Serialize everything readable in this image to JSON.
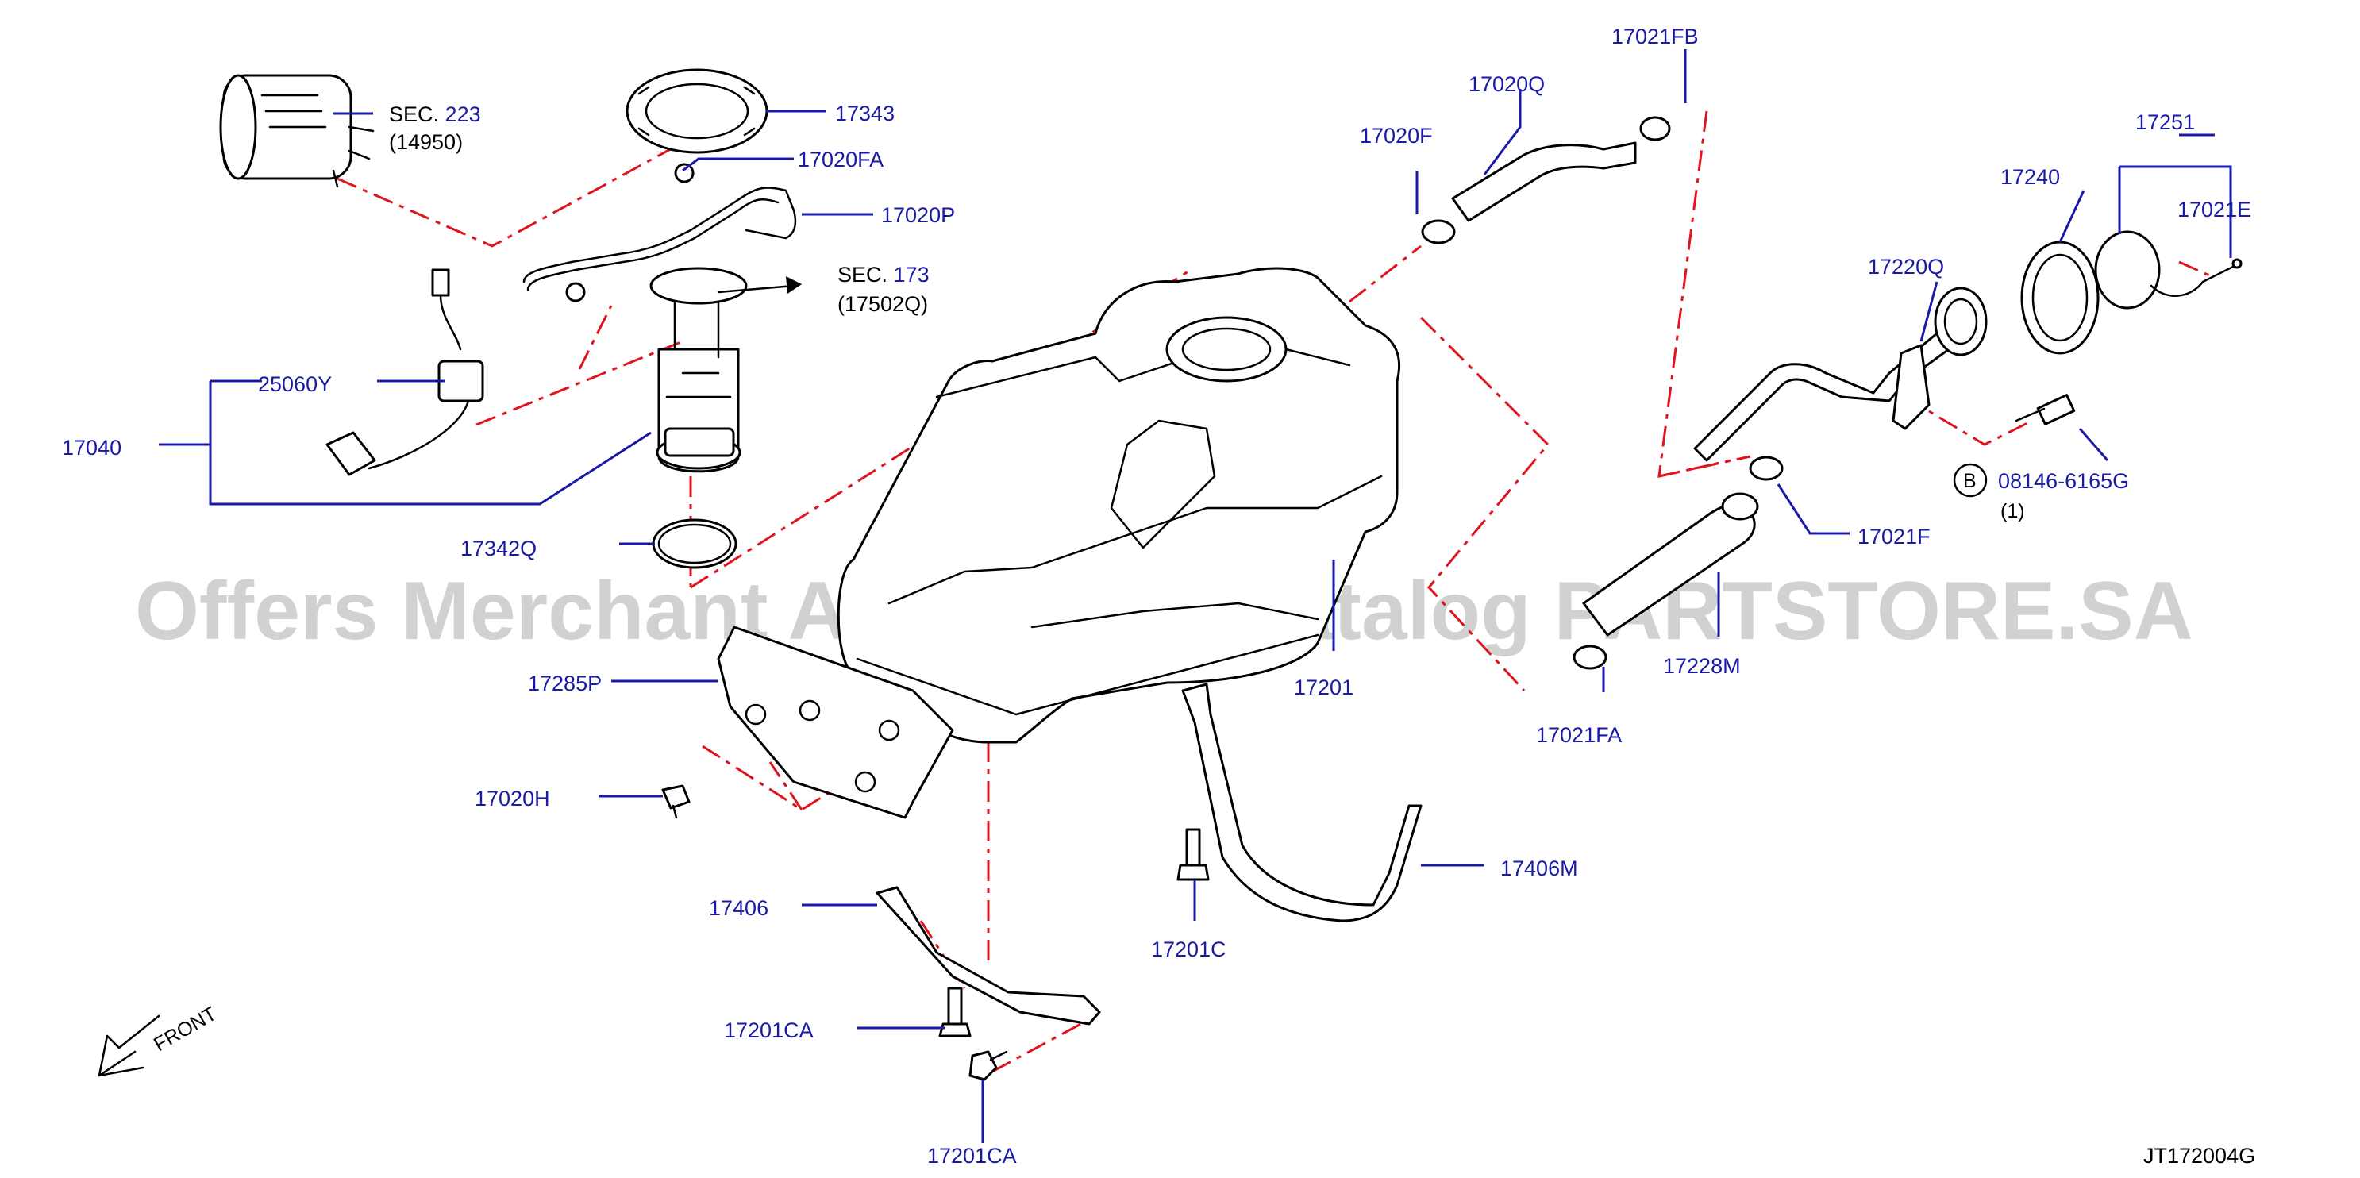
{
  "watermark": "Offers Merchant Auto Parts Catalog PARTSTORE.SA",
  "drawing_code": "JT172004G",
  "front_label": "FRONT",
  "refs": {
    "sec223": {
      "sec": "SEC.",
      "num": "223",
      "sub": "(14950)"
    },
    "sec173": {
      "sec": "SEC.",
      "num": "173",
      "sub": "(17502Q)"
    },
    "bolt_b": {
      "letter": "B",
      "part": "08146-6165G",
      "qty": "(1)"
    }
  },
  "parts": {
    "p17343": "17343",
    "p17020FA_top": "17020FA",
    "p17020P": "17020P",
    "p25060Y": "25060Y",
    "p17040": "17040",
    "p17342Q": "17342Q",
    "p17285P": "17285P",
    "p17020H": "17020H",
    "p17406": "17406",
    "p17201CA_1": "17201CA",
    "p17201CA_2": "17201CA",
    "p17201C": "17201C",
    "p17201": "17201",
    "p17406M": "17406M",
    "p17020F": "17020F",
    "p17020Q": "17020Q",
    "p17021FB": "17021FB",
    "p17251": "17251",
    "p17240": "17240",
    "p17021E": "17021E",
    "p17220Q": "17220Q",
    "p17021F": "17021F",
    "p17228M": "17228M",
    "p17021FA": "17021FA"
  }
}
